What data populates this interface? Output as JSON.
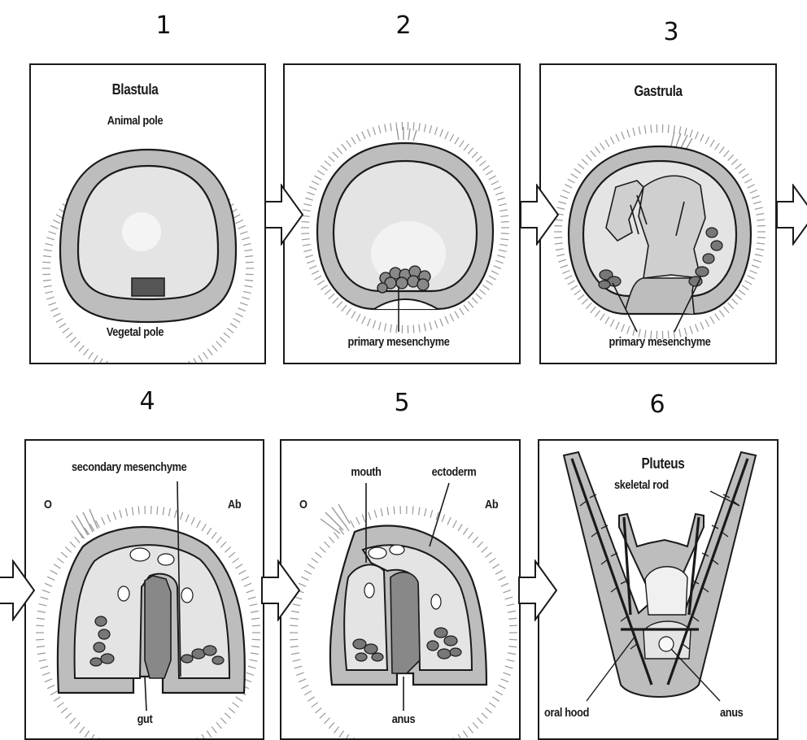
{
  "steps": [
    {
      "number": "1"
    },
    {
      "number": "2"
    },
    {
      "number": "3"
    },
    {
      "number": "4"
    },
    {
      "number": "5"
    },
    {
      "number": "6"
    }
  ],
  "panels": {
    "p1": {
      "title": "Blastula",
      "top_label": "Animal pole",
      "bottom_label": "Vegetal pole"
    },
    "p2": {
      "label": "primary mesenchyme"
    },
    "p3": {
      "title": "Gastrula",
      "label": "primary mesenchyme"
    },
    "p4": {
      "label_top": "secondary mesenchyme",
      "left": "O",
      "right": "Ab",
      "bottom": "gut"
    },
    "p5": {
      "mouth": "mouth",
      "ectoderm": "ectoderm",
      "left": "O",
      "right": "Ab",
      "bottom": "anus"
    },
    "p6": {
      "title": "Pluteus",
      "rod": "skeletal rod",
      "oral_hood": "oral hood",
      "anus": "anus"
    }
  },
  "colors": {
    "outline": "#1a1a1a",
    "tissue": "#bdbdbd",
    "cavity": "#e4e4e4",
    "light": "#f2f2f2",
    "dark": "#555555",
    "cilia": "#999999"
  }
}
